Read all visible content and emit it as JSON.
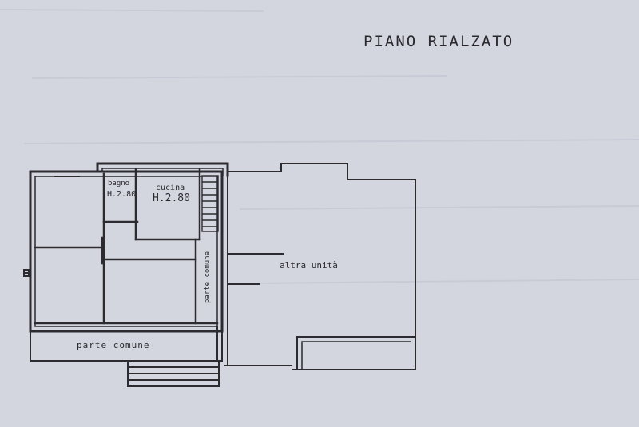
{
  "floor_title": "PIANO RIALZATO",
  "rooms": {
    "bagno": "bagno",
    "bagno_height": "H.2.80",
    "cucina": "cucina",
    "cucina_height": "H.2.80",
    "other_unit": "altra unità",
    "common_strip_bottom": "parte comune",
    "common_strip_vertical": "parte comune"
  },
  "colors": {
    "paper": "#d4d6df",
    "ink": "#2b2b30"
  }
}
